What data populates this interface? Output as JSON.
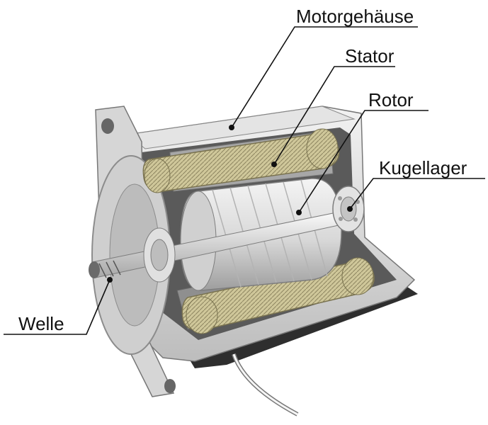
{
  "labels": {
    "motorgehaeuse": "Motorgehäuse",
    "stator": "Stator",
    "rotor": "Rotor",
    "kugellager": "Kugellager",
    "welle": "Welle"
  },
  "colors": {
    "housing_light": "#e6e6e6",
    "housing_mid": "#bdbdbd",
    "housing_dark": "#2e2e2e",
    "winding": "#cfc79a",
    "winding_dark": "#8e8660",
    "rotor_light": "#e9e9e9",
    "rotor_shadow": "#a9a9a9",
    "line": "#111111"
  }
}
